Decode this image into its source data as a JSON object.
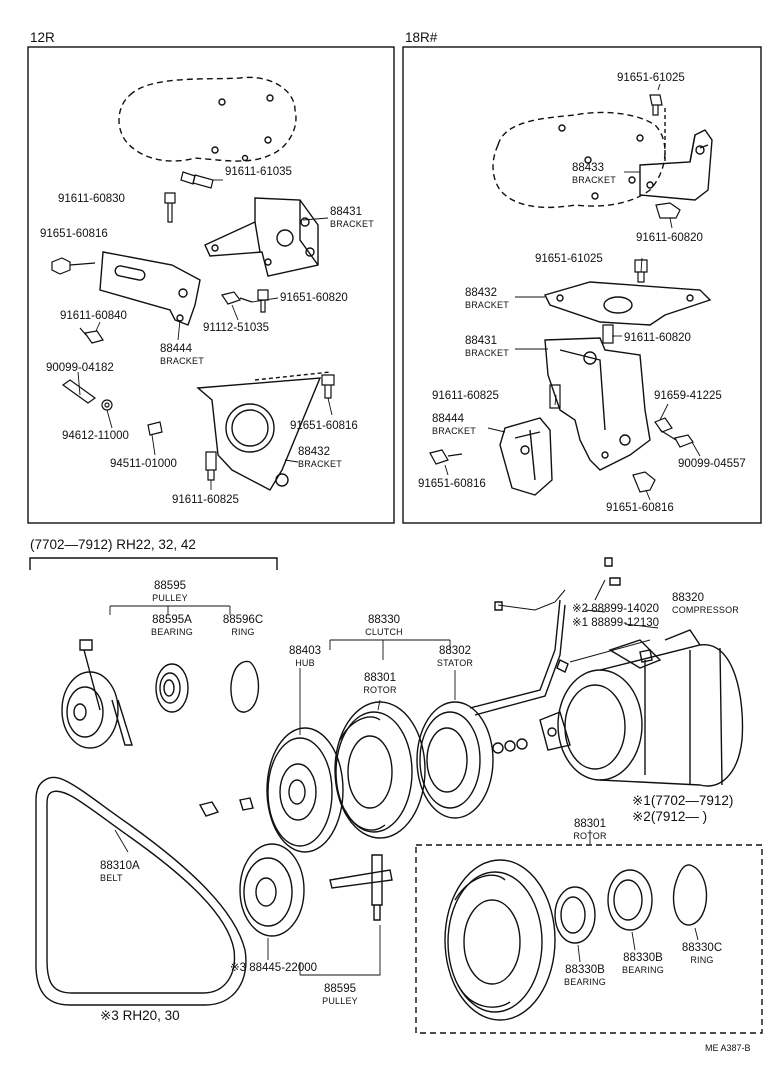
{
  "panel_12r": {
    "title": "12R",
    "parts": {
      "p91611_61035": "91611-61035",
      "p91611_60830": "91611-60830",
      "p88431": {
        "num": "88431",
        "name": "BRACKET"
      },
      "p91651_60816a": "91651-60816",
      "p91651_60820": "91651-60820",
      "p91611_60840": "91611-60840",
      "p91112_51035": "91112-51035",
      "p88444": {
        "num": "88444",
        "name": "BRACKET"
      },
      "p90099_04182": "90099-04182",
      "p94612_11000": "94612-11000",
      "p91651_60816b": "91651-60816",
      "p94511_01000": "94511-01000",
      "p88432": {
        "num": "88432",
        "name": "BRACKET"
      },
      "p91611_60825": "91611-60825"
    }
  },
  "panel_18r": {
    "title": "18R#",
    "parts": {
      "p91651_61025a": "91651-61025",
      "p88433": {
        "num": "88433",
        "name": "BRACKET"
      },
      "p91611_60820a": "91611-60820",
      "p91651_61025b": "91651-61025",
      "p88432": {
        "num": "88432",
        "name": "BRACKET"
      },
      "p88431": {
        "num": "88431",
        "name": "BRACKET"
      },
      "p91611_60820b": "91611-60820",
      "p91611_60825": "91611-60825",
      "p91659_41225": "91659-41225",
      "p88444": {
        "num": "88444",
        "name": "BRACKET"
      },
      "p90099_04557": "90099-04557",
      "p91651_60816a": "91651-60816",
      "p91651_60816b": "91651-60816"
    }
  },
  "lower": {
    "applicability": "(7702—7912) RH22, 32, 42",
    "p88595_top": {
      "num": "88595",
      "name": "PULLEY"
    },
    "p88595a": {
      "num": "88595A",
      "name": "BEARING"
    },
    "p88596c": {
      "num": "88596C",
      "name": "RING"
    },
    "p88330": {
      "num": "88330",
      "name": "CLUTCH"
    },
    "p88403": {
      "num": "88403",
      "name": "HUB"
    },
    "p88301": {
      "num": "88301",
      "name": "ROTOR"
    },
    "p88302": {
      "num": "88302",
      "name": "STATOR"
    },
    "p88899_14020": "※2 88899-14020",
    "p88899_12130": "※1 88899-12130",
    "p88320": {
      "num": "88320",
      "name": "COMPRESSOR"
    },
    "note1": "※1(7702—7912)",
    "note2": "※2(7912—   )",
    "p88310a": {
      "num": "88310A",
      "name": "BELT"
    },
    "p88445": "※3 88445-22000",
    "p88595_bottom": {
      "num": "88595",
      "name": "PULLEY"
    },
    "note3": "※3 RH20, 30",
    "detail_88301": {
      "num": "88301",
      "name": "ROTOR"
    },
    "p88330b_1": {
      "num": "88330B",
      "name": "BEARING"
    },
    "p88330b_2": {
      "num": "88330B",
      "name": "BEARING"
    },
    "p88330c": {
      "num": "88330C",
      "name": "RING"
    },
    "ref_code": "ME  A387-B"
  }
}
